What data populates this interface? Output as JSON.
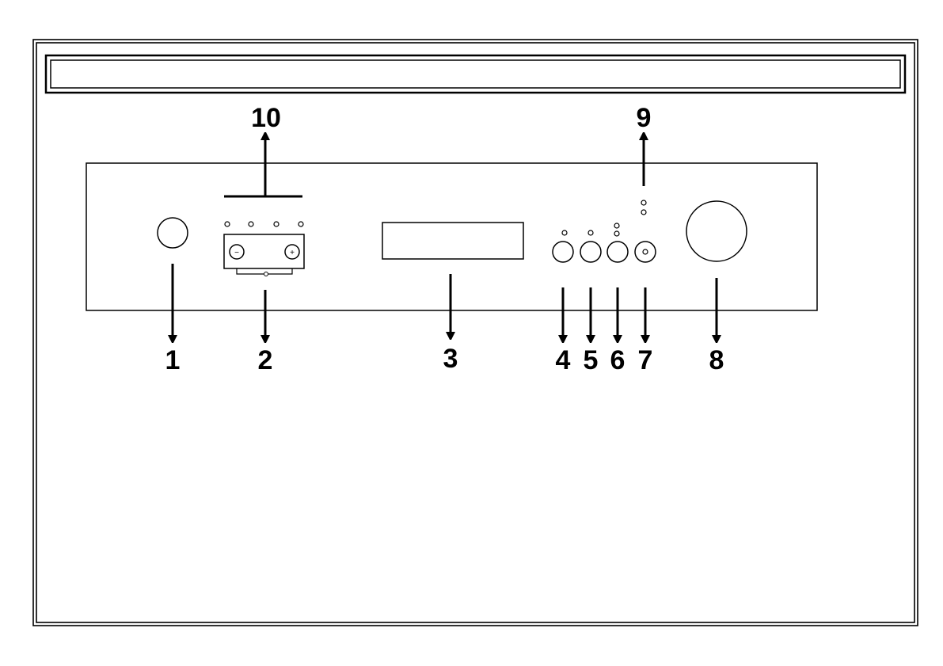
{
  "header_box": {
    "title": ""
  },
  "callouts": [
    {
      "id": "1",
      "label": "1"
    },
    {
      "id": "2",
      "label": "2"
    },
    {
      "id": "3",
      "label": "3"
    },
    {
      "id": "4",
      "label": "4"
    },
    {
      "id": "5",
      "label": "5"
    },
    {
      "id": "6",
      "label": "6"
    },
    {
      "id": "7",
      "label": "7"
    },
    {
      "id": "8",
      "label": "8"
    },
    {
      "id": "9",
      "label": "9"
    },
    {
      "id": "10",
      "label": "10"
    }
  ],
  "button_labels": {
    "minus": "−",
    "plus": "+"
  },
  "colors": {
    "ink": "#000000",
    "paper": "#ffffff"
  }
}
